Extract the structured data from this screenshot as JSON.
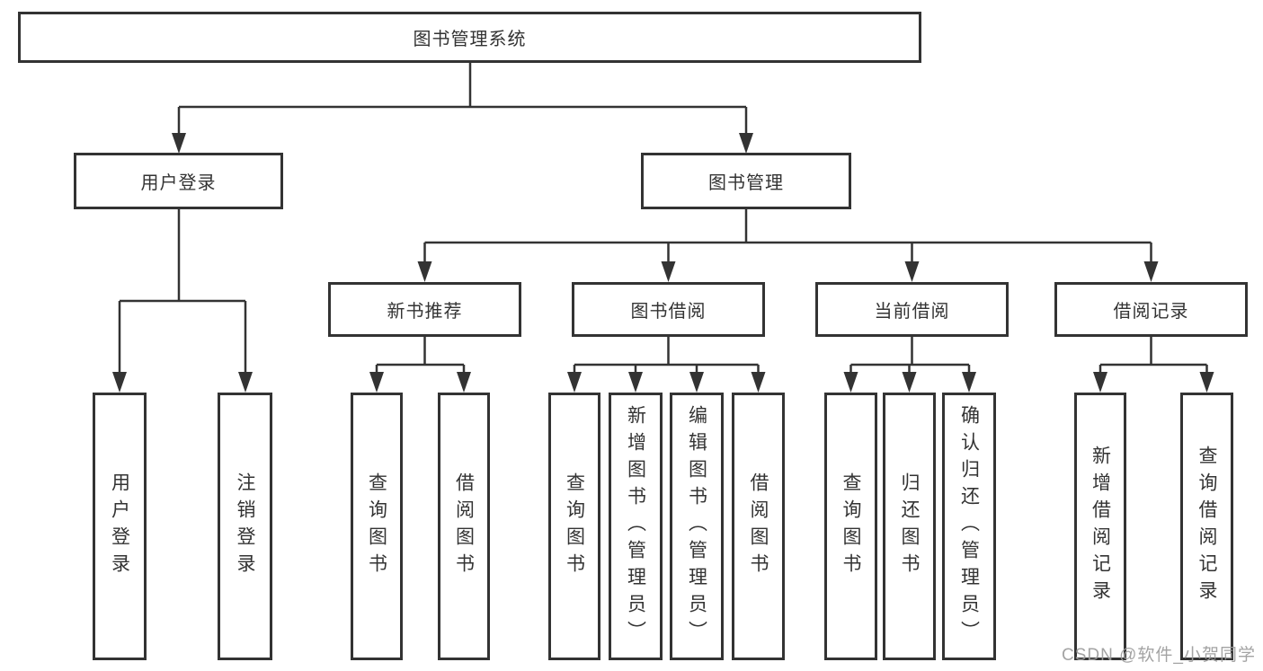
{
  "diagram": {
    "title_node": "图书管理系统",
    "level2": {
      "user_login": "用户登录",
      "book_management": "图书管理"
    },
    "level3": {
      "new_book_recommend": "新书推荐",
      "book_borrow": "图书借阅",
      "current_borrow": "当前借阅",
      "borrow_records": "借阅记录"
    },
    "leaves": {
      "user_login": [
        "用户登录",
        "注销登录"
      ],
      "new_book_recommend": [
        "查询图书",
        "借阅图书"
      ],
      "book_borrow": [
        "查询图书",
        "新增图书（管理员）",
        "编辑图书（管理员）",
        "借阅图书"
      ],
      "current_borrow": [
        "查询图书",
        "归还图书",
        "确认归还（管理员）"
      ],
      "borrow_records": [
        "新增借阅记录",
        "查询借阅记录"
      ]
    },
    "watermark": "CSDN @软件_小贺同学",
    "colors": {
      "line": "#333333",
      "text": "#333333",
      "watermark": "#9c9c9c",
      "background": "#ffffff"
    }
  }
}
